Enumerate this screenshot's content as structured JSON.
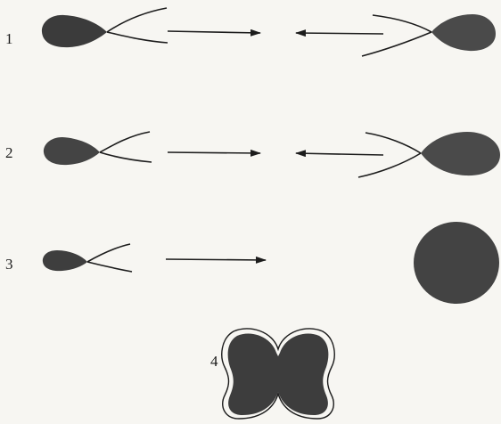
{
  "rows": [
    {
      "number": "1"
    },
    {
      "number": "2"
    },
    {
      "number": "3"
    }
  ],
  "zygote": {
    "number": "4"
  },
  "colors": {
    "cell": "#3a3a3a",
    "ink": "#1c1c1c",
    "paper": "#f7f6f2"
  }
}
